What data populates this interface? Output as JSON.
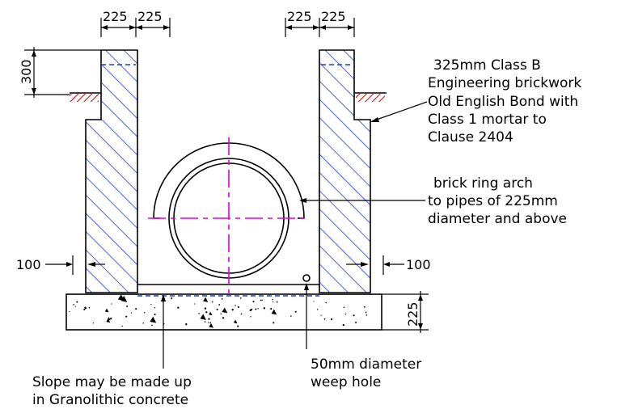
{
  "dimensions": {
    "wall_top_left_a": "225",
    "wall_top_left_b": "225",
    "wall_top_right_a": "225",
    "wall_top_right_b": "225",
    "depth_top": "300",
    "offset_left": "100",
    "offset_right": "100",
    "base_thickness": "225"
  },
  "annotations": {
    "brickwork": [
      "325mm Class B",
      "Engineering brickwork",
      "Old English Bond with",
      "Class 1 mortar to",
      "Clause 2404"
    ],
    "arch": [
      "brick ring arch",
      "to pipes of 225mm",
      "diameter and above"
    ],
    "weep_hole": [
      "50mm diameter",
      "weep hole"
    ],
    "slope": [
      "Slope may be made up",
      "in Granolithic concrete"
    ]
  },
  "colors": {
    "hatch": "#1f3fd6",
    "ground": "#e00000",
    "centerline": "#e000e0",
    "line": "#000000"
  }
}
